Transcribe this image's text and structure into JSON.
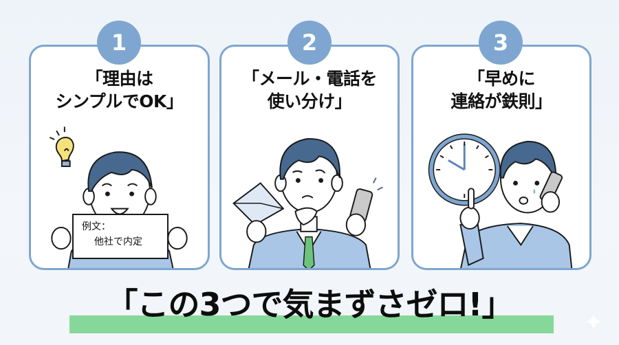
{
  "tips": [
    {
      "number": "1",
      "title_line1": "「理由は",
      "title_line2": "シンプルでOK」",
      "illustration": "smiling-man-holding-sign-with-lightbulb",
      "sign_line1": "例文：",
      "sign_line2": "他社で内定"
    },
    {
      "number": "2",
      "title_line1": "「メール・電話を",
      "title_line2": "使い分け」",
      "illustration": "thinking-man-with-envelope-and-smartphone"
    },
    {
      "number": "3",
      "title_line1": "「早めに",
      "title_line2": "連絡が鉄則」",
      "illustration": "worried-man-on-phone-with-clock"
    }
  ],
  "banner": {
    "text": "「この3つで気まずさゼロ!」",
    "highlight_color": "#86d89a"
  },
  "colors": {
    "card_border": "#7ea6d0",
    "badge": "#7ea6d0",
    "suit": "#a9c6e6",
    "hair": "#47698f",
    "tie": "#6cc47b",
    "background": "#f1f5fa"
  }
}
